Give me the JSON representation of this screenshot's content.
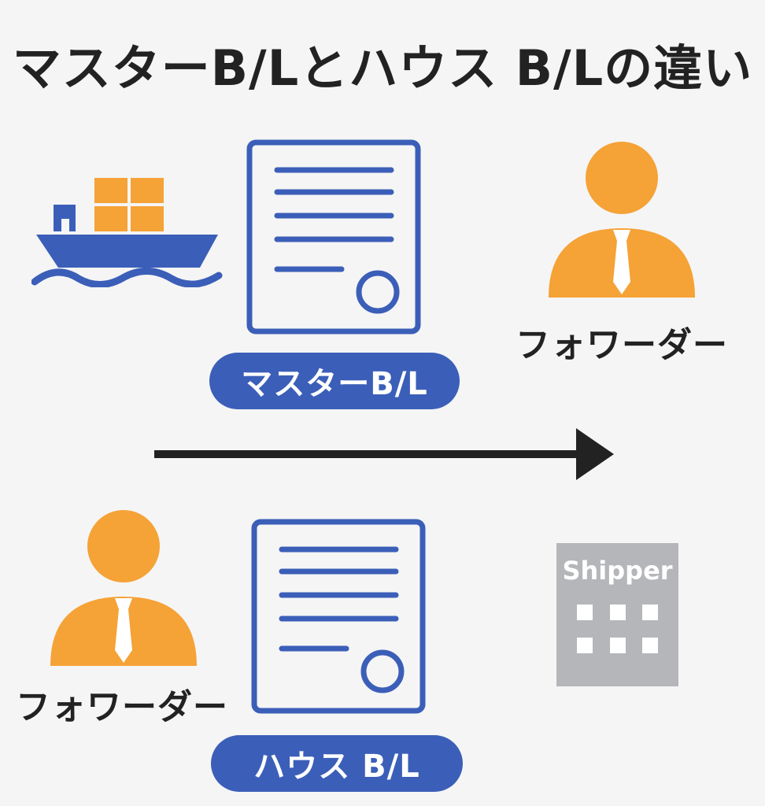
{
  "title": "マスターB/Lとハウス B/Lの違い",
  "master_bl": {
    "label": "マスターB/L"
  },
  "house_bl": {
    "label": "ハウス B/L"
  },
  "forwarder_top": {
    "label": "フォワーダー"
  },
  "forwarder_bottom": {
    "label": "フォワーダー"
  },
  "shipper": {
    "label": "Shipper"
  },
  "colors": {
    "blue": "#3b5fb8",
    "orange": "#f5a236",
    "dark": "#222222",
    "gray": "#b5b6ba",
    "background": "#f5f5f5"
  }
}
